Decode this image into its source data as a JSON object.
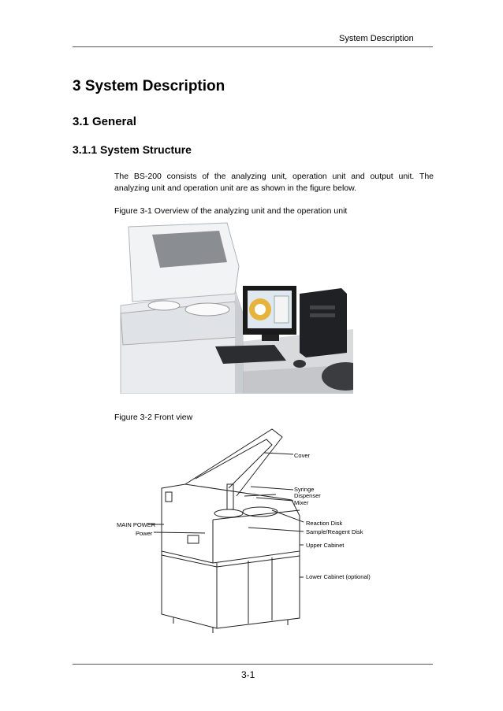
{
  "header": {
    "running_title": "System Description"
  },
  "chapter": {
    "title": "3 System Description"
  },
  "section": {
    "title": "3.1   General"
  },
  "subsection": {
    "title": "3.1.1 System Structure"
  },
  "body": {
    "paragraph": "The BS-200 consists of the analyzing unit, operation unit and output unit. The analyzing unit and operation unit are as shown in the figure below."
  },
  "figures": {
    "fig1_caption": "Figure 3-1 Overview of the analyzing unit and the operation unit",
    "fig2_caption": "Figure 3-2 Front view",
    "fig2_labels": {
      "cover": "Cover",
      "syringe": "Syringe",
      "dispenser": "Dispenser",
      "mixer": "Mixer",
      "reaction_disk": "Reaction Disk",
      "sample_reagent_disk": "Sample/Reagent Disk",
      "upper_cabinet": "Upper Cabinet",
      "lower_cabinet": "Lower Cabinet (optional)",
      "main_power": "MAIN POWER",
      "power": "Power"
    }
  },
  "footer": {
    "page_number": "3-1"
  }
}
